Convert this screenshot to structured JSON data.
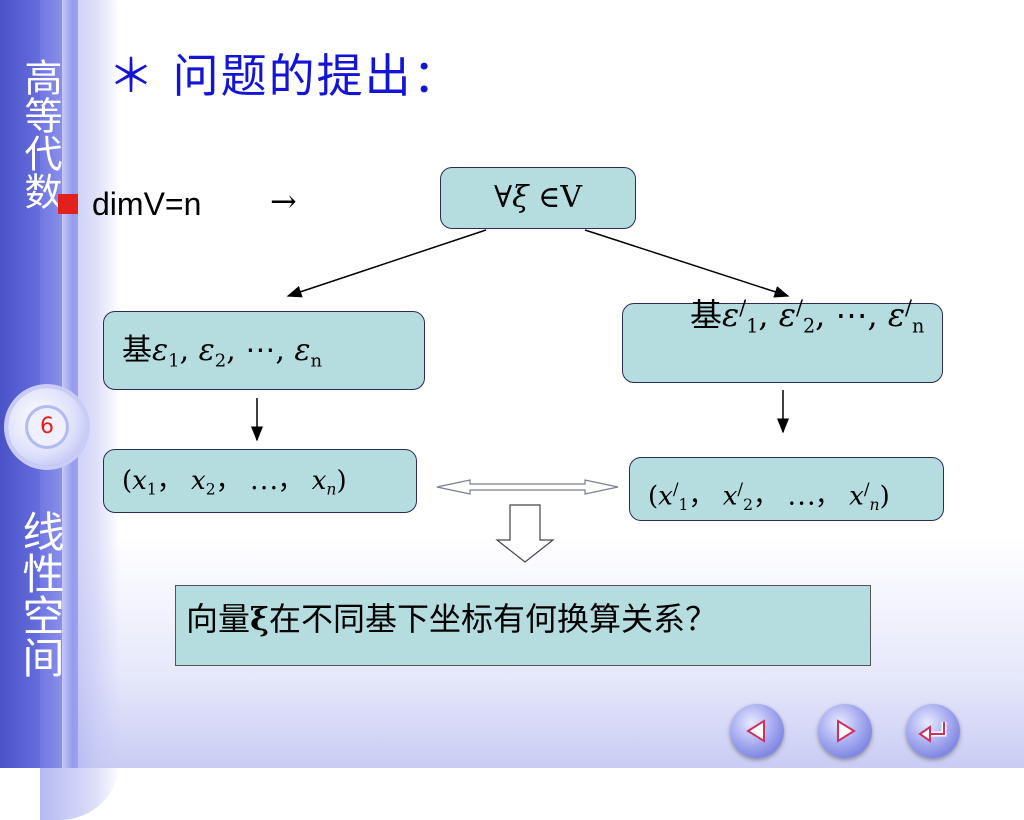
{
  "side": {
    "top_label": "高等代数",
    "bottom_label": "线性空间",
    "page_number": "6"
  },
  "title": "＊ 问题的提出：",
  "bullet": {
    "text": "dimV=n",
    "arrow": "→"
  },
  "boxes": {
    "top": {
      "forall": "∀",
      "xi": "ξ",
      "in": "∈",
      "space": "V"
    },
    "left": {
      "prefix": "基",
      "eps": "ε",
      "s1": "1",
      "s2": "2",
      "sn": "n",
      "sep1": ",",
      "sep2": ",",
      "dots": "⋯",
      "sep3": ","
    },
    "right": {
      "prefix": "基",
      "eps": "ε",
      "s1": "1",
      "s2": "2",
      "sn": "n",
      "prime": "/",
      "sep1": ",",
      "sep2": ",",
      "dots": "⋯",
      "sep3": ","
    },
    "coords_left": {
      "open": "(",
      "x": "x",
      "s1": "1",
      "s2": "2",
      "sn": "n",
      "sep": "，",
      "dots": "⋯",
      "close": ")"
    },
    "coords_right": {
      "open": "(",
      "x": "x",
      "s1": "1",
      "s2": "2",
      "sn": "n",
      "prime": "/",
      "sep": "，",
      "dots": "⋯",
      "close": ")"
    }
  },
  "question": {
    "before": "向量",
    "xi": "ξ",
    "after": "在不同基下坐标有何换算关系？"
  },
  "nav": {
    "prev": "previous-icon",
    "next": "next-icon",
    "back": "return-icon"
  },
  "colors": {
    "title": "#1414d4",
    "box": "#b5dde0",
    "bullet": "#e2201c",
    "sidebar": "#4a52c8"
  }
}
